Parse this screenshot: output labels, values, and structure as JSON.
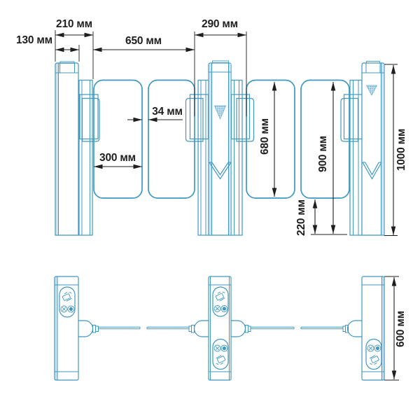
{
  "diagram": {
    "type": "dimensional-drawing",
    "subject": "speed-gate turnstile with swing glass panels",
    "units": "мм",
    "views": {
      "front": "front elevation",
      "plan": "top view"
    },
    "colors": {
      "line": "#3f98c2",
      "line_light": "#cfe4f0",
      "dimension": "#1e1e1e",
      "background": "#ffffff"
    }
  },
  "dims": {
    "d130": {
      "label": "130 мм",
      "value_mm": 130
    },
    "d210": {
      "label": "210 мм",
      "value_mm": 210
    },
    "d650": {
      "label": "650 мм",
      "value_mm": 650
    },
    "d290": {
      "label": "290 мм",
      "value_mm": 290
    },
    "d34": {
      "label": "34 мм",
      "value_mm": 34
    },
    "d300": {
      "label": "300 мм",
      "value_mm": 300
    },
    "d680": {
      "label": "680 мм",
      "value_mm": 680
    },
    "d900": {
      "label": "900 мм",
      "value_mm": 900
    },
    "d220": {
      "label": "220 мм",
      "value_mm": 220
    },
    "d1000": {
      "label": "1000 мм",
      "value_mm": 1000
    },
    "d600": {
      "label": "600 мм",
      "value_mm": 600
    }
  },
  "icons": {
    "reader": "contactless-card-reader-icon",
    "deny": "no-entry-cross-indicator-icon",
    "allow": "entry-indicator-icon"
  }
}
